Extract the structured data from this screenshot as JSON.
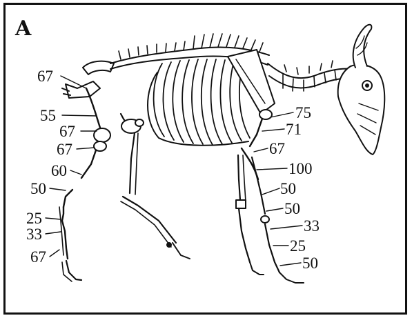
{
  "panel": {
    "letter": "A"
  },
  "hind_limb_labels": [
    "67",
    "55",
    "67",
    "67",
    "60",
    "50",
    "25",
    "33",
    "67"
  ],
  "fore_limb_labels": [
    "75",
    "71",
    "67",
    "100",
    "50",
    "50",
    "33",
    "25",
    "50"
  ],
  "colors": {
    "ink": "#111111",
    "background": "#ffffff"
  }
}
